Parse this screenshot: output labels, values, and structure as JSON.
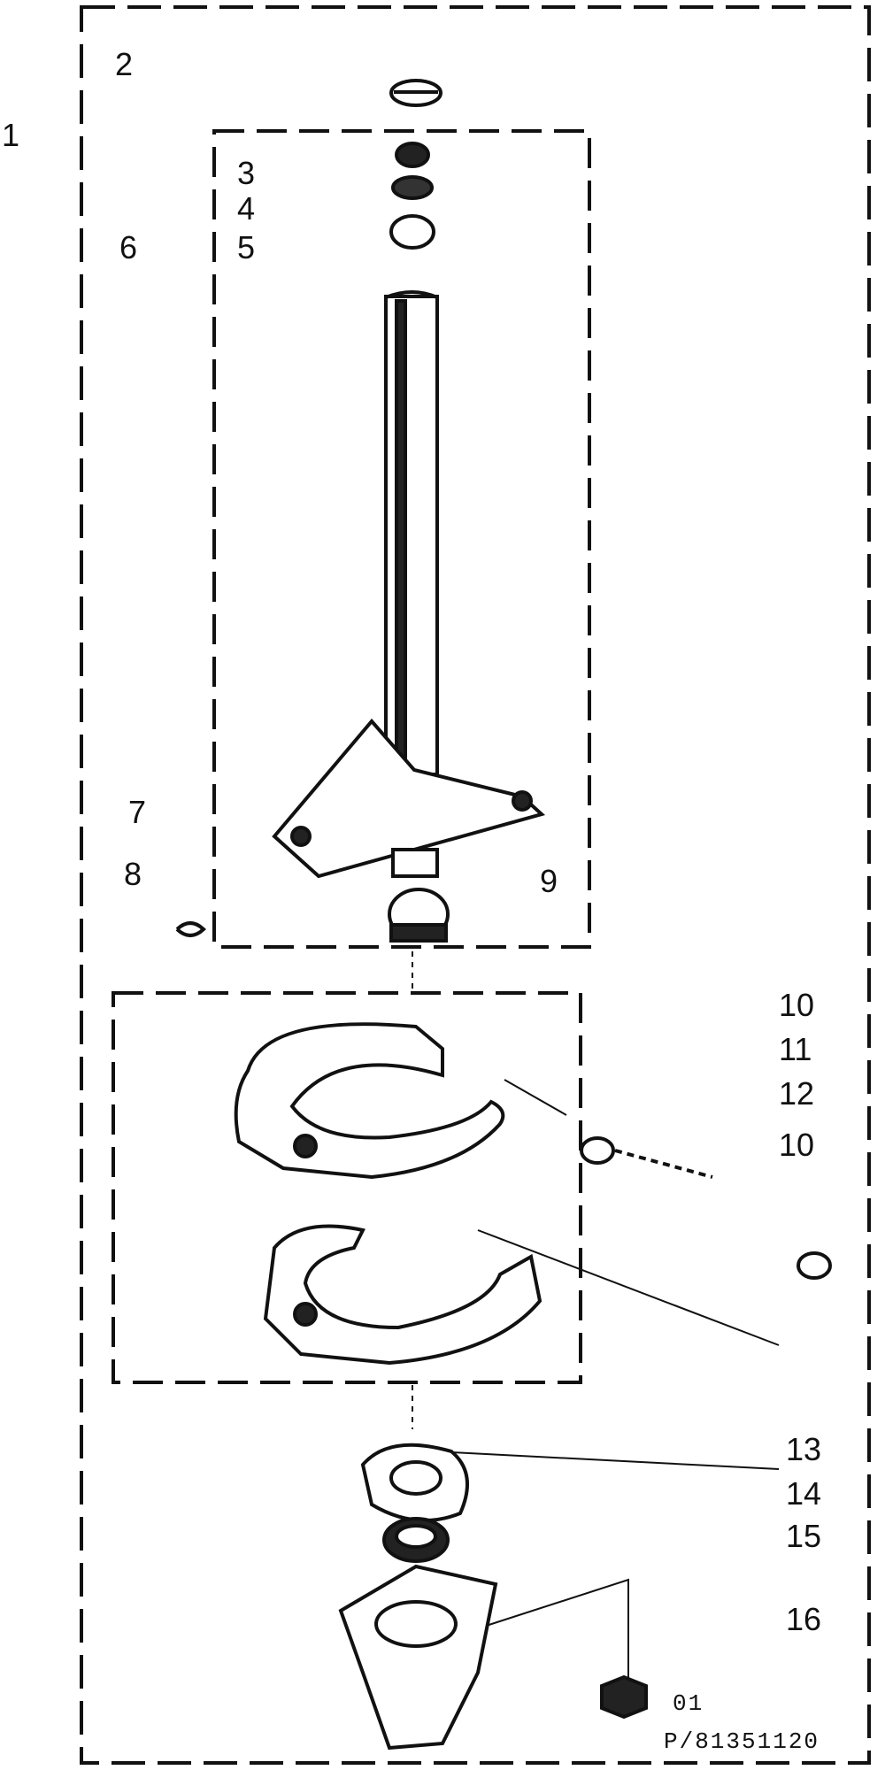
{
  "callouts": {
    "c1": "1",
    "c2": "2",
    "c3": "3",
    "c4": "4",
    "c5": "5",
    "c6": "6",
    "c7": "7",
    "c8": "8",
    "c9": "9",
    "c10a": "10",
    "c11": "11",
    "c12": "12",
    "c10b": "10",
    "c13": "13",
    "c14": "14",
    "c15": "15",
    "c16": "16"
  },
  "footer": {
    "sheet_code": "01",
    "drawing_number": "P/81351120"
  },
  "colors": {
    "ink": "#111111",
    "paper": "#ffffff"
  }
}
